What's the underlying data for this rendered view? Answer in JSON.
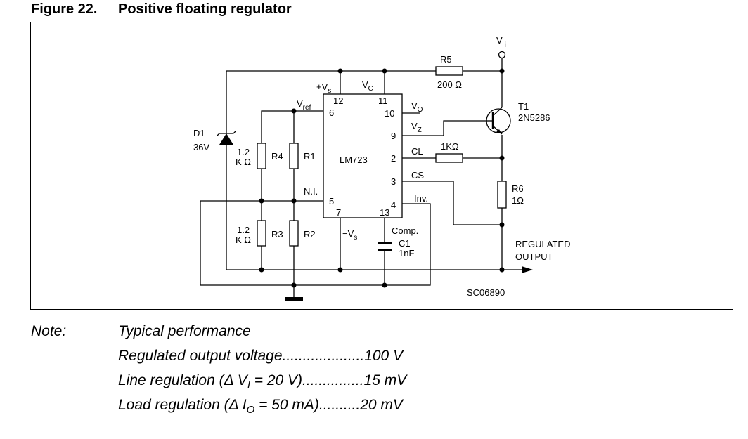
{
  "figure": {
    "number": "Figure 22.",
    "title": "Positive floating regulator"
  },
  "labels": {
    "vi_main": "V",
    "vi_sub": "i",
    "r5_name": "R5",
    "r5_val": "200 Ω",
    "t1_name": "T1",
    "t1_part": "2N5286",
    "vs_pos_main": "+V",
    "vs_pos_sub": "s",
    "vc_main": "V",
    "vc_sub": "C",
    "pin12": "12",
    "pin11": "11",
    "pin6": "6",
    "pin10": "10",
    "pin9": "9",
    "pin2": "2",
    "pin3": "3",
    "pin5": "5",
    "pin4": "4",
    "pin7": "7",
    "pin13": "13",
    "vref_main": "V",
    "vref_sub": "ref",
    "vo_main": "V",
    "vo_sub": "O",
    "vz_main": "V",
    "vz_sub": "Z",
    "cl": "CL",
    "cs": "CS",
    "ni": "N.I.",
    "inv": "Inv.",
    "chip": "LM723",
    "d1_name": "D1",
    "d1_val": "36V",
    "r4_val_1": "1.2",
    "r4_val_2": "K Ω",
    "r4_name": "R4",
    "r1_name": "R1",
    "r3_val_1": "1.2",
    "r3_val_2": "K Ω",
    "r3_name": "R3",
    "r2_name": "R2",
    "r_cl_val": "1KΩ",
    "r6_name": "R6",
    "r6_val": "1Ω",
    "vs_neg_main": "−V",
    "vs_neg_sub": "s",
    "comp": "Comp.",
    "c1_name": "C1",
    "c1_val": "1nF",
    "output_1": "REGULATED",
    "output_2": "OUTPUT",
    "code": "SC06890"
  },
  "note": {
    "label": "Note:",
    "heading": "Typical performance",
    "lines": [
      {
        "text": "Regulated output voltage....................100 V"
      },
      {
        "pre": "Line regulation (Δ V",
        "sub": "I",
        "post": " = 20 V)...............15 mV"
      },
      {
        "pre": "Load regulation (Δ I",
        "sub": "O",
        "post": " = 50 mA)..........20 mV"
      }
    ]
  }
}
